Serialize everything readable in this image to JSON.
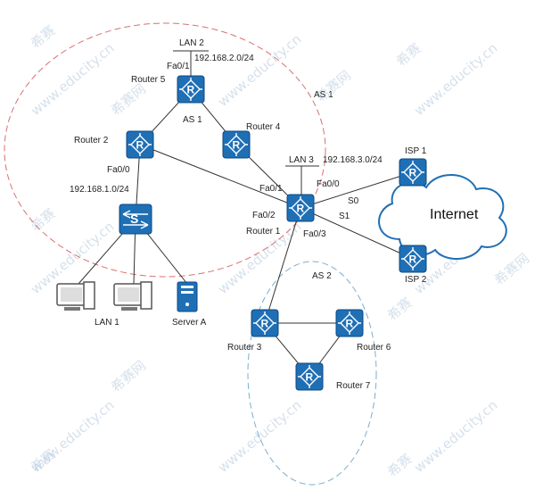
{
  "colors": {
    "device_fill": "#1f6fb5",
    "device_stroke": "#0d4a82",
    "link": "#333333",
    "as1_circle": "#d97070",
    "as2_circle": "#7aaed0",
    "cloud_stroke": "#1f6fb5"
  },
  "labels": {
    "lan2": "LAN 2",
    "fa01_r5": "Fa0/1",
    "net_lan2": "192.168.2.0/24",
    "router5": "Router 5",
    "as1_inner": "AS 1",
    "as1_outer": "AS 1",
    "router4": "Router 4",
    "router2": "Router 2",
    "fa00_r2": "Fa0/0",
    "net_lan1": "192.168.1.0/24",
    "lan3": "LAN 3",
    "net_lan3": "192.168.3.0/24",
    "isp1": "ISP 1",
    "internet": "Internet",
    "fa01_r1": "Fa0/1",
    "fa00_r1": "Fa0/0",
    "s0": "S0",
    "s1": "S1",
    "fa02_r1": "Fa0/2",
    "router1": "Router 1",
    "fa03_r1": "Fa0/3",
    "isp2": "ISP 2",
    "lan1": "LAN 1",
    "servera": "Server A",
    "as2": "AS 2",
    "router3": "Router 3",
    "router6": "Router 6",
    "router7": "Router 7"
  },
  "watermark": {
    "site": "www.educity.cn",
    "brand": "希赛",
    "brand_net": "希赛网"
  }
}
